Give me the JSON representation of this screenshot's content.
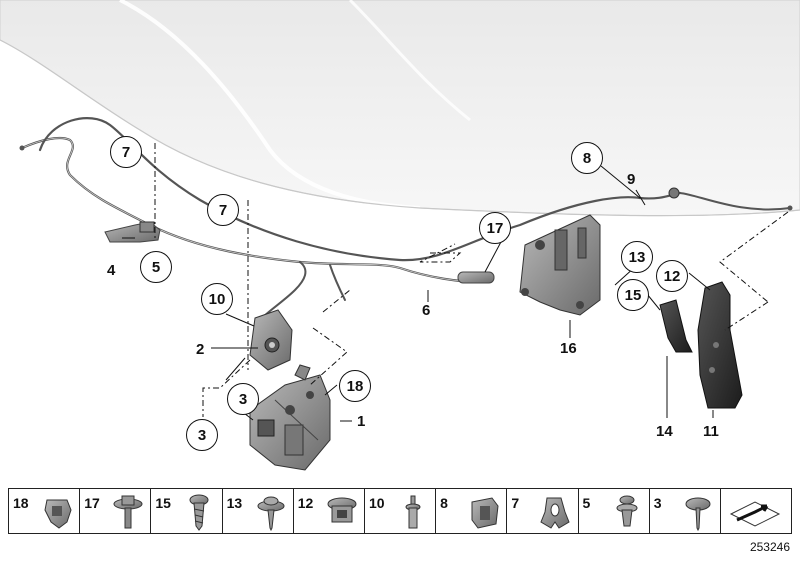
{
  "diagram": {
    "callouts": {
      "c7a": "7",
      "c7b": "7",
      "c8": "8",
      "c9": "9",
      "c17": "17",
      "c10": "10",
      "c2": "2",
      "c4": "4",
      "c5": "5",
      "c6": "6",
      "c3a": "3",
      "c3b": "3",
      "c18": "18",
      "c1": "1",
      "c16": "16",
      "c13": "13",
      "c12": "12",
      "c15": "15",
      "c14": "14",
      "c11": "11"
    },
    "parts_strip": [
      {
        "number": "18",
        "icon": "clip-nut-icon"
      },
      {
        "number": "17",
        "icon": "hex-bolt-washer-icon"
      },
      {
        "number": "15",
        "icon": "screw-icon"
      },
      {
        "number": "13",
        "icon": "collar-screw-icon"
      },
      {
        "number": "12",
        "icon": "cage-nut-icon"
      },
      {
        "number": "10",
        "icon": "rivet-icon"
      },
      {
        "number": "8",
        "icon": "cable-holder-icon"
      },
      {
        "number": "7",
        "icon": "cable-clip-icon"
      },
      {
        "number": "5",
        "icon": "expanding-rivet-icon"
      },
      {
        "number": "3",
        "icon": "hex-screw-icon"
      },
      {
        "number": "",
        "icon": "sheet-metal-arrow-icon"
      }
    ],
    "reference_number": "253246"
  }
}
